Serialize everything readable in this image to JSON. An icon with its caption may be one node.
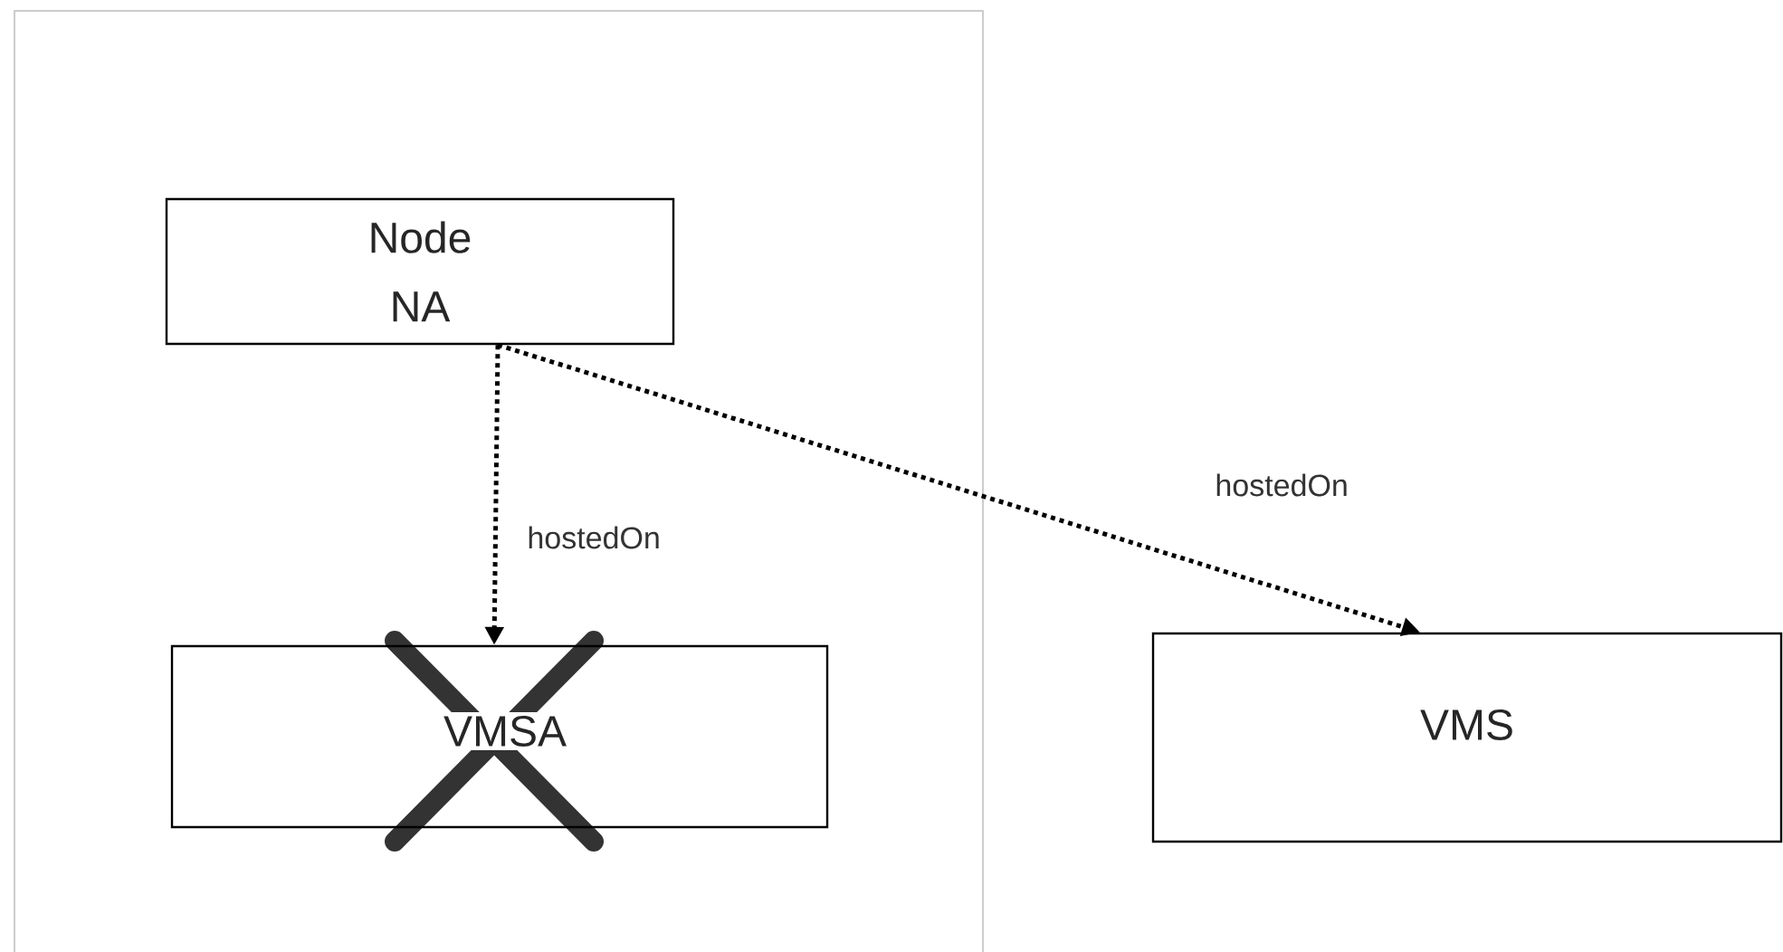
{
  "diagram": {
    "nodes": [
      {
        "text": [],
        "shape": "box"
      },
      {
        "text": [
          "Node NA"
        ],
        "in": 0
      },
      {
        "text": [
          "VMSA"
        ],
        "in": 0
      },
      {
        "text": [
          "VMS"
        ]
      }
    ],
    "edges": [
      {
        "from": 1,
        "to": 2,
        "arrow": "to",
        "label": "hostedOn",
        "style": "dashed"
      },
      {
        "from": 1,
        "to": 3,
        "arrow": "to",
        "label": "hostedOn",
        "style": "dashed"
      }
    ]
  }
}
